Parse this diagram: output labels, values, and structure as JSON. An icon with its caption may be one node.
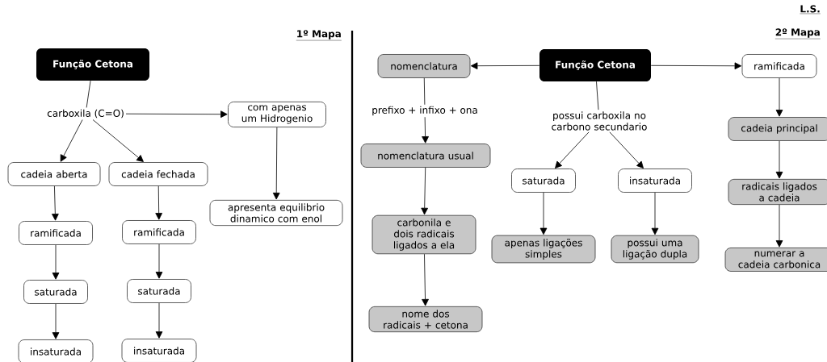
{
  "diagram": {
    "nodes": [
      {
        "text": [
          "Função Cetona"
        ]
      },
      {
        "text": [
          "carboxila (C=O)"
        ]
      },
      {
        "text": [
          "com apenas um Hidrogenio"
        ]
      },
      {
        "text": [
          "cadeia aberta"
        ]
      },
      {
        "text": [
          "cadeia fechada"
        ]
      },
      {
        "text": [
          "apresenta equilibrio dinamico com enol"
        ]
      },
      {
        "text": [
          "ramificada"
        ]
      },
      {
        "text": [
          "ramificada"
        ]
      },
      {
        "text": [
          "saturada"
        ]
      },
      {
        "text": [
          "saturada"
        ]
      },
      {
        "text": [
          "insaturada"
        ]
      },
      {
        "text": [
          "insaturada"
        ]
      },
      {
        "text": [
          "Função Cetona"
        ]
      },
      {
        "text": [
          "nomenclatura"
        ]
      },
      {
        "text": [
          "ramificada"
        ]
      },
      {
        "text": [
          "possui carboxila no carbono secundario"
        ]
      },
      {
        "text": [
          "nomenclatura usual"
        ]
      },
      {
        "text": [
          "cadeia principal"
        ]
      },
      {
        "text": [
          "saturada"
        ]
      },
      {
        "text": [
          "insaturada"
        ]
      },
      {
        "text": [
          "radicais ligados a cadeia"
        ]
      },
      {
        "text": [
          "carbonila e dois radicais ligados a ela"
        ]
      },
      {
        "text": [
          "apenas ligações simples"
        ]
      },
      {
        "text": [
          "possui uma ligação dupla"
        ]
      },
      {
        "text": [
          "numerar a cadeia carbonica"
        ]
      },
      {
        "text": [
          "nome dos radicais + cetona"
        ]
      }
    ],
    "edges": [
      {
        "from": 0,
        "to": 1,
        "arrow": "none"
      },
      {
        "from": 1,
        "to": 2,
        "arrow": "to"
      },
      {
        "from": 1,
        "to": 3,
        "arrow": "to"
      },
      {
        "from": 1,
        "to": 4,
        "arrow": "to"
      },
      {
        "from": 2,
        "to": 5,
        "arrow": "to"
      },
      {
        "from": 3,
        "to": 6,
        "arrow": "to"
      },
      {
        "from": 6,
        "to": 8,
        "arrow": "to"
      },
      {
        "from": 8,
        "to": 10,
        "arrow": "to"
      },
      {
        "from": 4,
        "to": 7,
        "arrow": "to"
      },
      {
        "from": 7,
        "to": 9,
        "arrow": "to"
      },
      {
        "from": 9,
        "to": 11,
        "arrow": "to"
      },
      {
        "from": 12,
        "to": 13,
        "arrow": "to"
      },
      {
        "from": 12,
        "to": 14,
        "arrow": "to"
      },
      {
        "from": 12,
        "to": 15,
        "arrow": "none"
      },
      {
        "from": 15,
        "to": 18,
        "arrow": "to"
      },
      {
        "from": 15,
        "to": 19,
        "arrow": "to"
      },
      {
        "from": 13,
        "to": 16,
        "arrow": "to",
        "label": "prefixo + infixo + ona"
      },
      {
        "from": 16,
        "to": 21,
        "arrow": "to"
      },
      {
        "from": 21,
        "to": 25,
        "arrow": "to"
      },
      {
        "from": 18,
        "to": 22,
        "arrow": "to"
      },
      {
        "from": 19,
        "to": 23,
        "arrow": "to"
      },
      {
        "from": 14,
        "to": 17,
        "arrow": "to"
      },
      {
        "from": 17,
        "to": 20,
        "arrow": "to"
      },
      {
        "from": 20,
        "to": 24,
        "arrow": "to"
      }
    ],
    "labels": [
      "L.S.",
      "1º Mapa",
      "2º Mapa"
    ]
  }
}
